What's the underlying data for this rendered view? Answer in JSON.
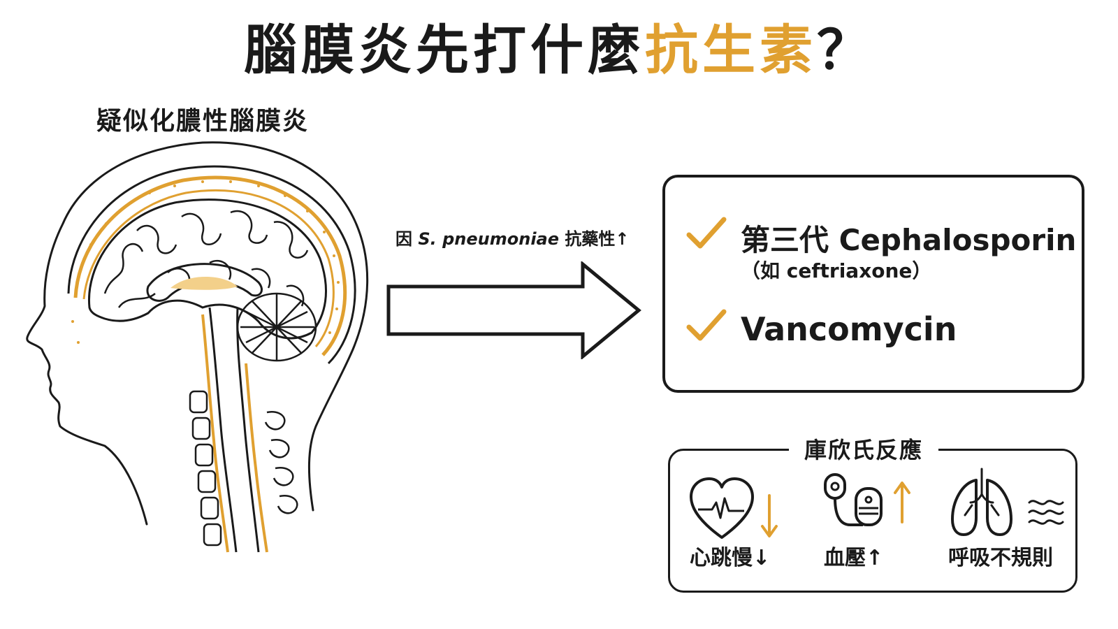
{
  "title": {
    "main": "腦膜炎先打什麼",
    "accent": "抗生素",
    "tail": "？"
  },
  "diagram": {
    "subtitle": "疑似化膿性腦膜炎",
    "arrow_caption": {
      "prefix": "因 ",
      "organism": "S. pneumoniae",
      "suffix": " 抗藥性↑"
    }
  },
  "treatment": {
    "items": [
      {
        "name": "第三代 Cephalosporin",
        "note": "（如 ceftriaxone）"
      },
      {
        "name": "Vancomycin"
      }
    ]
  },
  "cushing": {
    "title": "庫欣氏反應",
    "symptoms": [
      {
        "label": "心跳慢↓",
        "icon": "heart-ecg-icon",
        "trend": "down"
      },
      {
        "label": "血壓↑",
        "icon": "blood-pressure-icon",
        "trend": "up"
      },
      {
        "label": "呼吸不規則",
        "icon": "lungs-icon",
        "trend": "irregular"
      }
    ]
  },
  "colors": {
    "accent": "#e0a030",
    "ink": "#1a1a1a"
  }
}
